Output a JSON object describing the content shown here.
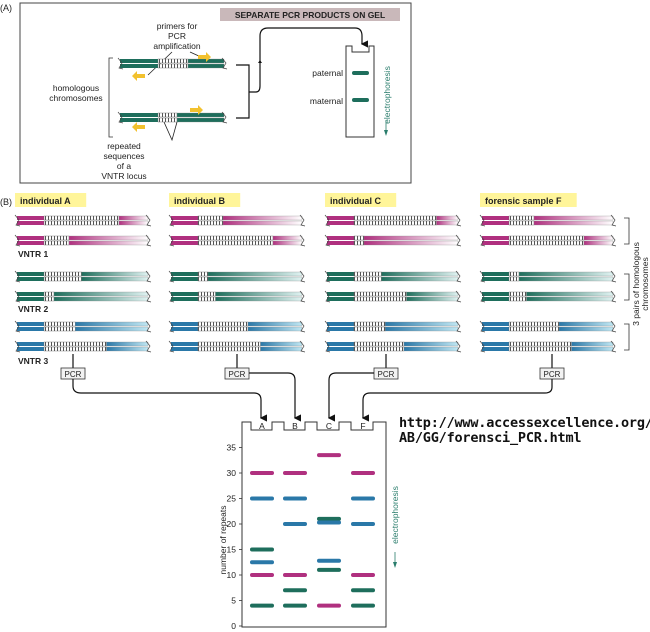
{
  "panel_a": {
    "label": "(A)",
    "banner": "SEPARATE PCR PRODUCTS ON GEL",
    "primers_label": [
      "primers for",
      "PCR",
      "amplification"
    ],
    "homologous_label": [
      "homologous",
      "chromosomes"
    ],
    "repeats_label": [
      "repeated",
      "sequences",
      "of a",
      "VNTR locus"
    ],
    "gel_bands": [
      {
        "label": "paternal",
        "color": "#1e6e5c"
      },
      {
        "label": "maternal",
        "color": "#1e6e5c"
      }
    ],
    "electrophoresis_label": "electrophoresis"
  },
  "panel_b": {
    "label": "(B)",
    "individuals": [
      {
        "name": "individual A",
        "lane": "A",
        "repeats": {
          "vntr1": [
            30,
            10
          ],
          "vntr2": [
            15,
            4
          ],
          "vntr3": [
            12.5,
            25
          ]
        }
      },
      {
        "name": "individual B",
        "lane": "B",
        "repeats": {
          "vntr1": [
            10,
            30
          ],
          "vntr2": [
            4,
            7
          ],
          "vntr3": [
            20,
            25
          ]
        }
      },
      {
        "name": "individual C",
        "lane": "C",
        "repeats": {
          "vntr1": [
            33,
            4
          ],
          "vntr2": [
            11,
            21
          ],
          "vntr3": [
            12.5,
            20
          ]
        }
      },
      {
        "name": "forensic sample F",
        "lane": "F",
        "repeats": {
          "vntr1": [
            10,
            30
          ],
          "vntr2": [
            4,
            7
          ],
          "vntr3": [
            20,
            25
          ]
        }
      }
    ],
    "loci": [
      "VNTR 1",
      "VNTR 2",
      "VNTR 3"
    ],
    "locus_colors": [
      "#b0307f",
      "#1e6e5c",
      "#2a78a8"
    ],
    "pairs_label": [
      "3 pairs of homologous",
      "chromosomes"
    ],
    "pcr_label": "PCR",
    "highlight_color": "#fff59a"
  },
  "gel": {
    "lanes": [
      "A",
      "B",
      "C",
      "F"
    ],
    "y_axis_label": "number of repeats",
    "y_ticks": [
      0,
      5,
      10,
      15,
      20,
      25,
      30,
      35
    ],
    "electrophoresis_label": "electrophoresis",
    "bands": {
      "A": [
        {
          "v": 30,
          "c": 0
        },
        {
          "v": 25,
          "c": 2
        },
        {
          "v": 15,
          "c": 1
        },
        {
          "v": 12.5,
          "c": 2
        },
        {
          "v": 10,
          "c": 0
        },
        {
          "v": 4,
          "c": 1
        }
      ],
      "B": [
        {
          "v": 30,
          "c": 0
        },
        {
          "v": 25,
          "c": 2
        },
        {
          "v": 20,
          "c": 2
        },
        {
          "v": 10,
          "c": 0
        },
        {
          "v": 7,
          "c": 1
        },
        {
          "v": 4,
          "c": 1
        }
      ],
      "C": [
        {
          "v": 33.5,
          "c": 0
        },
        {
          "v": 21,
          "c": 1
        },
        {
          "v": 20.3,
          "c": 2
        },
        {
          "v": 12.8,
          "c": 2
        },
        {
          "v": 11,
          "c": 1
        },
        {
          "v": 4,
          "c": 0
        }
      ],
      "F": [
        {
          "v": 30,
          "c": 0
        },
        {
          "v": 25,
          "c": 2
        },
        {
          "v": 20,
          "c": 2
        },
        {
          "v": 10,
          "c": 0
        },
        {
          "v": 7,
          "c": 1
        },
        {
          "v": 4,
          "c": 1
        }
      ]
    }
  },
  "source_url": [
    "http://www.accessexcellence.org/",
    "AB/GG/forensci_PCR.html"
  ],
  "colors": {
    "primer": "#f2c12e",
    "banner_bg": "#c9b8ba",
    "outline": "#333333"
  }
}
